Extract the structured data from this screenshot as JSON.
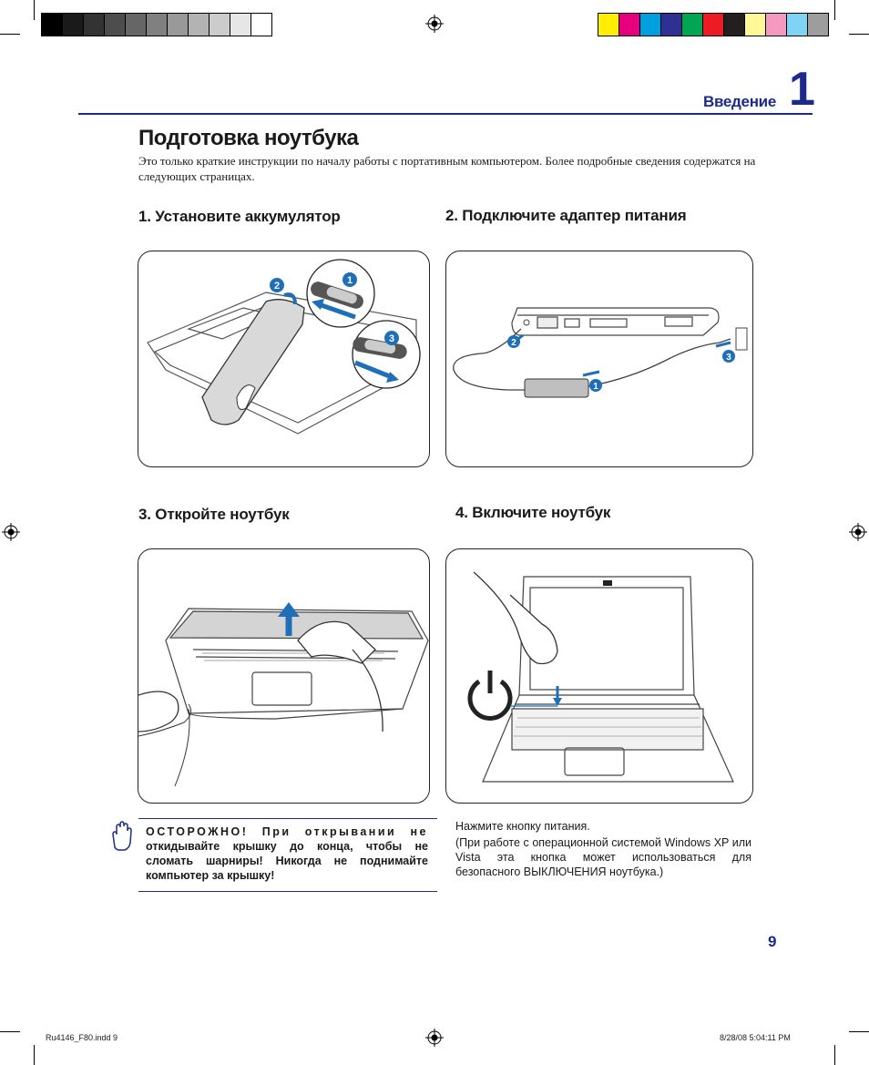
{
  "header": {
    "chapter_name": "Введение",
    "chapter_number": "1",
    "accent_color": "#1c2a8c"
  },
  "page": {
    "title": "Подготовка ноутбука",
    "intro": "Это только краткие инструкции по началу работы с портативным компьютером. Более подробные сведения содержатся на следующих страницах."
  },
  "steps": [
    {
      "title": "1. Установите аккумулятор",
      "callouts": [
        "1",
        "2",
        "3"
      ]
    },
    {
      "title": "2. Подключите адаптер питания",
      "callouts": [
        "1",
        "2",
        "3"
      ]
    },
    {
      "title": "3. Откройте ноутбук"
    },
    {
      "title": "4. Включите ноутбук"
    }
  ],
  "warning": {
    "lead": "ОСТОРОЖНО! При открывании не",
    "text": "откидывайте крышку до конца, чтобы не сломать шарниры! Никогда не поднимайте компьютер за крышку!",
    "icon": "hand-icon"
  },
  "power_note": {
    "line1": "Нажмите кнопку питания.",
    "line2": "(При работе с операционной системой Windows XP или Vista эта кнопка может использоваться для безопасного ВЫКЛЮЧЕНИЯ ноутбука.)"
  },
  "footer": {
    "page_number": "9",
    "slug_left": "Ru4146_F80.indd   9",
    "slug_right": "8/28/08   5:04:11 PM"
  },
  "print_marks": {
    "gray_swatches": [
      "#000000",
      "#1a1a1a",
      "#333333",
      "#4d4d4d",
      "#666666",
      "#808080",
      "#999999",
      "#b3b3b3",
      "#cccccc",
      "#e6e6e6",
      "#ffffff"
    ],
    "color_swatches": [
      "#ffee00",
      "#e6007e",
      "#00a0e0",
      "#2e3192",
      "#00a651",
      "#ed1c24",
      "#231f20",
      "#fff799",
      "#f49ac1",
      "#7fd3f5",
      "#9d9d9d"
    ]
  }
}
